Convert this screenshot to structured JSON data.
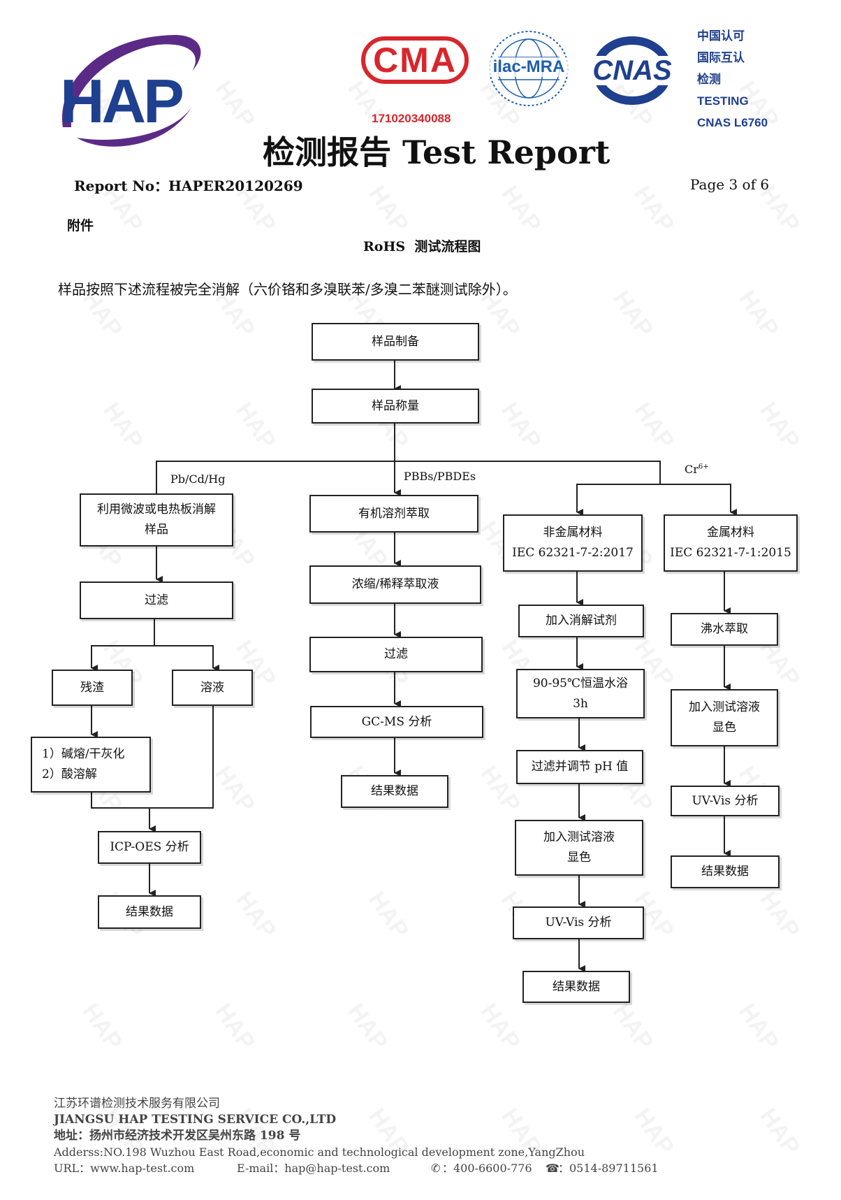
{
  "header": {
    "logo_text": "HAP",
    "cma_text": "CMA",
    "cma_number": "171020340088",
    "ilac_text": "ilac-MRA",
    "cnas_text": "CNAS",
    "cnas_lines": [
      "中国认可",
      "国际互认",
      "检测",
      "TESTING",
      "CNAS L6760"
    ],
    "title": "检测报告 Test Report",
    "report_no": "Report No：HAPER20120269",
    "page": "Page 3 of 6",
    "brand_red": "#d8262c",
    "brand_blue": "#1f3f8f",
    "brand_purple": "#5b2a86"
  },
  "section_label": "附件",
  "chart_title": "RoHS  测试流程图",
  "intro": "样品按照下述流程被完全消解（六价铬和多溴联苯/多溴二苯醚测试除外）。",
  "flow": {
    "prep": "样品制备",
    "weigh": "样品称量",
    "branch_labels": {
      "pb": "Pb/Cd/Hg",
      "pbb": "PBBs/PBDEs",
      "cr": "Cr",
      "cr_sup": "6+"
    },
    "col1": {
      "digest": [
        "利用微波或电热板消解",
        "样品"
      ],
      "filter": "过滤",
      "residue": "残渣",
      "solution": "溶液",
      "fusion": [
        "1）碱熔/干灰化",
        "2）酸溶解"
      ],
      "icp": "ICP-OES 分析",
      "result": "结果数据"
    },
    "col2": {
      "extract": "有机溶剂萃取",
      "concentrate": "浓缩/稀释萃取液",
      "filter": "过滤",
      "gcms": "GC-MS 分析",
      "result": "结果数据"
    },
    "col3": {
      "nonmetal": [
        "非金属材料",
        "IEC 62321-7-2:2017"
      ],
      "add_reagent": "加入消解试剂",
      "bath": [
        "90-95℃恒温水浴",
        "3h"
      ],
      "filter_ph": "过滤并调节 pH 值",
      "add_solution": [
        "加入测试溶液",
        "显色"
      ],
      "uvvis": "UV-Vis 分析",
      "result": "结果数据"
    },
    "col4": {
      "metal": [
        "金属材料",
        "IEC 62321-7-1:2015"
      ],
      "boil": "沸水萃取",
      "add_solution": [
        "加入测试溶液",
        "显色"
      ],
      "uvvis": "UV-Vis 分析",
      "result": "结果数据"
    }
  },
  "footer": {
    "company_cn": "江苏环谱检测技术服务有限公司",
    "company_en": "JIANGSU HAP TESTING SERVICE CO.,LTD",
    "address_cn": "地址：扬州市经济技术开发区吴州东路 198 号",
    "address_en": "Adderss:NO.198 Wuzhou East Road,economic and technological development zone,YangZhou",
    "url": "URL：www.hap-test.com",
    "email": "E-mail：hap@hap-test.com",
    "tel": "：400-6600-776",
    "fax": "：0514-89711561"
  }
}
